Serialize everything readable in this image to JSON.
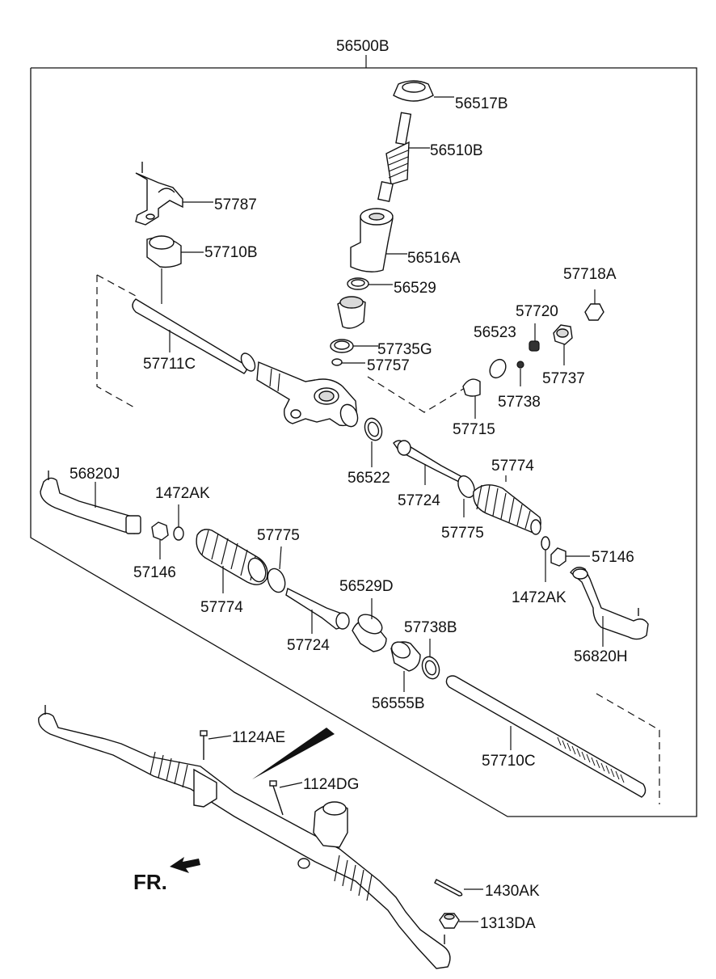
{
  "diagram": {
    "assembly_label": "56500B",
    "front_marker": "FR.",
    "parts": {
      "p56517B": "56517B",
      "p56510B": "56510B",
      "p57787": "57787",
      "p57710B": "57710B",
      "p56516A": "56516A",
      "p56529": "56529",
      "p57718A": "57718A",
      "p57720": "57720",
      "p56523": "56523",
      "p57711C": "57711C",
      "p57735G": "57735G",
      "p57757": "57757",
      "p57737": "57737",
      "p57738": "57738",
      "p57715": "57715",
      "p56522": "56522",
      "p56820J": "56820J",
      "p1472AK_left": "1472AK",
      "p57774_right": "57774",
      "p57724_right": "57724",
      "p57775_right": "57775",
      "p57775_left": "57775",
      "p57146_left": "57146",
      "p57146_right": "57146",
      "p56529D": "56529D",
      "p57774_left": "57774",
      "p1472AK_right": "1472AK",
      "p57738B": "57738B",
      "p57724_left": "57724",
      "p56820H": "56820H",
      "p56555B": "56555B",
      "p57710C": "57710C",
      "p1124AE": "1124AE",
      "p1124DG": "1124DG",
      "p1430AK": "1430AK",
      "p1313DA": "1313DA"
    }
  }
}
